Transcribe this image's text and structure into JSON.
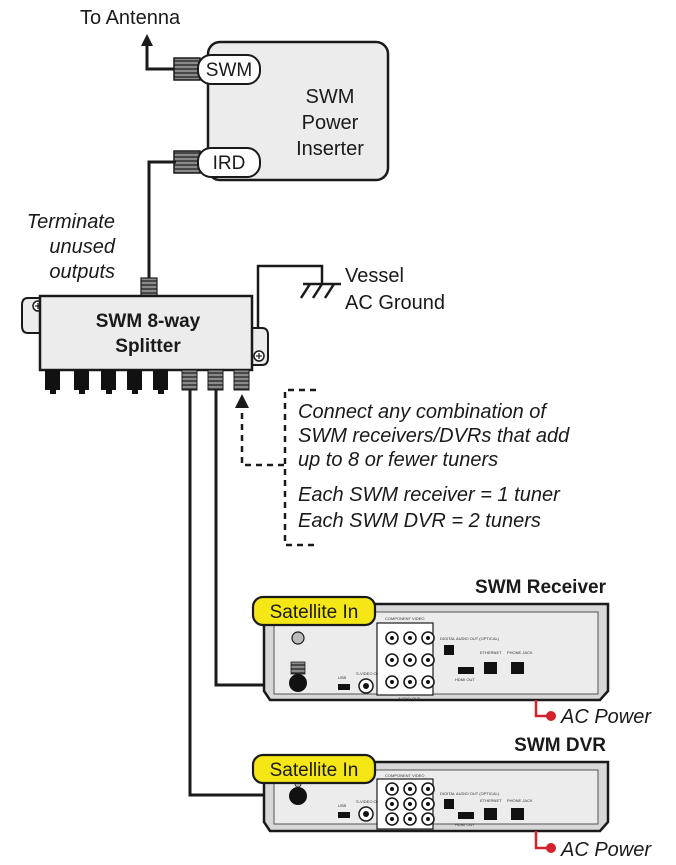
{
  "labels": {
    "to_antenna": "To Antenna",
    "swm_port": "SWM",
    "ird_port": "IRD",
    "power_inserter_line1": "SWM",
    "power_inserter_line2": "Power",
    "power_inserter_line3": "Inserter",
    "terminate_line1": "Terminate",
    "terminate_line2": "unused",
    "terminate_line3": "outputs",
    "ground_line1": "Vessel",
    "ground_line2": "AC Ground",
    "splitter_line1": "SWM 8-way",
    "splitter_line2": "Splitter",
    "note_line1": "Connect any combination of",
    "note_line2": "SWM receivers/DVRs that add",
    "note_line3": "up to 8 or fewer tuners",
    "note_line4": "Each SWM receiver = 1 tuner",
    "note_line5": "Each SWM DVR = 2 tuners",
    "receiver_title": "SWM Receiver",
    "dvr_title": "SWM DVR",
    "satellite_in": "Satellite In",
    "ac_power": "AC Power"
  },
  "panel_labels": {
    "component_video": "COMPONENT VIDEO",
    "s_video_out": "S-VIDEO OUT",
    "usb": "USB",
    "digital_audio": "DIGITAL AUDIO OUT (OPTICAL)",
    "hdmi_out": "HDMI OUT",
    "ethernet": "ETHERNET",
    "phone_jack": "PHONE JACK",
    "audio_out": "AUDIO OUT"
  },
  "colors": {
    "satellite_label_fill": "#f5e615",
    "ac_power_line": "#d3222a",
    "box_fill": "#ececec",
    "outline": "#1a1a1a"
  }
}
